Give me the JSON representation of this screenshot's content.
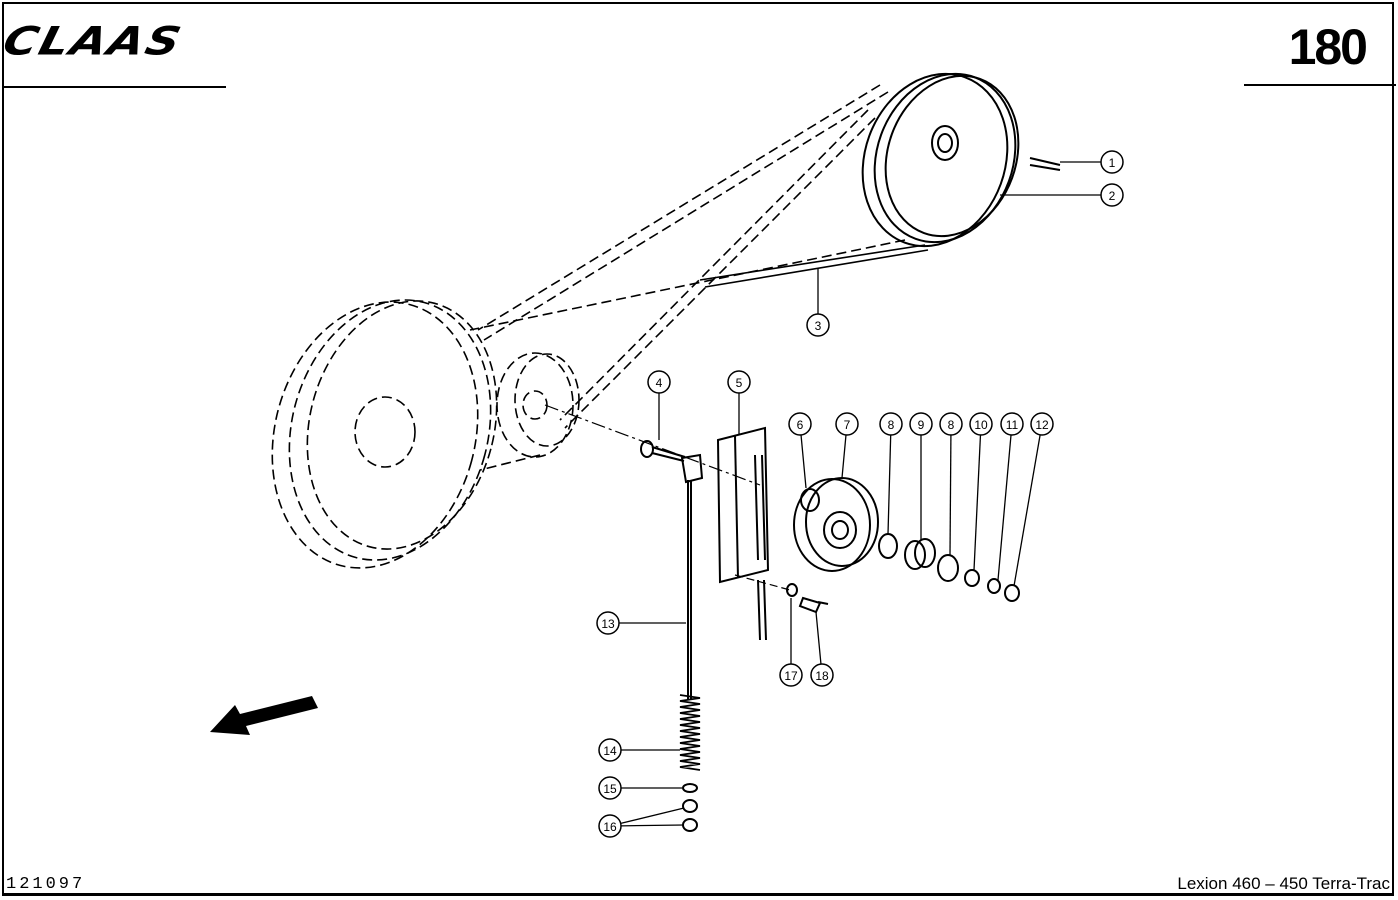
{
  "header": {
    "logo": "CLAAS",
    "page_number": "180"
  },
  "footer": {
    "document_id": "121097",
    "model": "Lexion 460 – 450 Terra-Trac"
  },
  "callouts": [
    "1",
    "2",
    "3",
    "4",
    "5",
    "6",
    "7",
    "8",
    "9",
    "8",
    "10",
    "11",
    "12",
    "13",
    "14",
    "15",
    "16",
    "17",
    "18"
  ]
}
